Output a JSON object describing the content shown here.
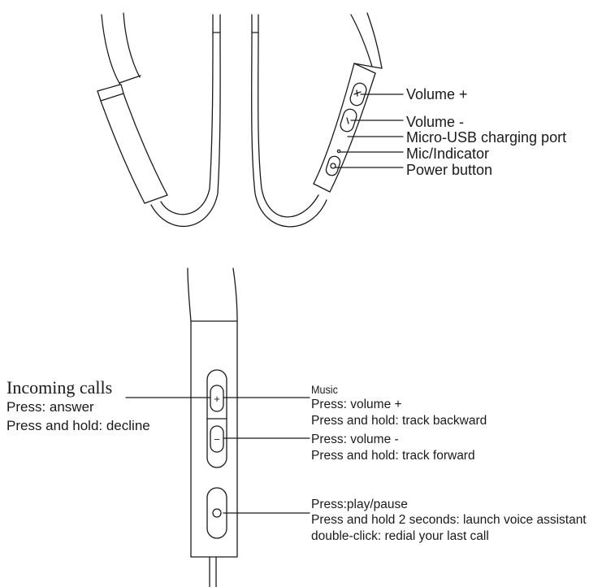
{
  "top_diagram": {
    "labels": {
      "volume_plus": "Volume +",
      "volume_minus": "Volume -",
      "charging_port": "Micro-USB charging port",
      "mic_indicator": "Mic/Indicator",
      "power_button": "Power button"
    }
  },
  "remote_diagram": {
    "incoming_calls": {
      "title": "Incoming calls",
      "answer": "Press: answer",
      "decline": "Press and hold: decline"
    },
    "music": {
      "title": "Music",
      "volume_up": "Press: volume +",
      "track_backward": "Press and hold: track backward",
      "volume_down": "Press: volume -",
      "track_forward": "Press and hold: track forward"
    },
    "power": {
      "play_pause": "Press:play/pause",
      "voice_assistant": "Press and hold 2 seconds: launch voice assistant",
      "redial": "double-click: redial your last call"
    },
    "buttons": {
      "plus_symbol": "+",
      "minus_symbol": "−"
    }
  },
  "colors": {
    "line": "#1a1a1a",
    "background": "#ffffff"
  }
}
